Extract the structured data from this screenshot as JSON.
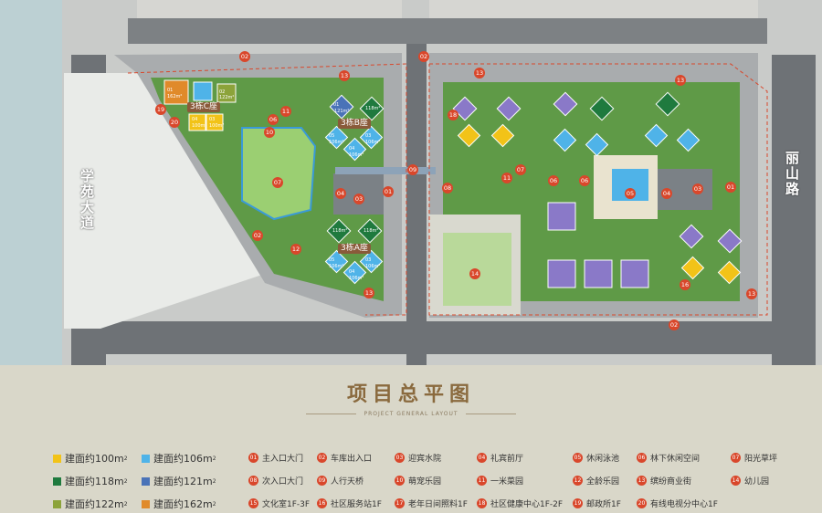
{
  "roads": {
    "left": "学苑大道",
    "right": "丽山路"
  },
  "blocks": {
    "c": "3栋C座",
    "b": "3栋B座",
    "a": "3栋A座"
  },
  "title": "项目总平图",
  "subtitle": "PROJECT GENERAL LAYOUT",
  "colors": {
    "yellow": "#f2c318",
    "light_blue": "#4fb3e8",
    "dark_green": "#1f7a3e",
    "steel_blue": "#4a73b8",
    "olive": "#8ca33a",
    "orange": "#e08a2a",
    "purple": "#8a79c8",
    "marker": "#d9472b"
  },
  "area_legend": [
    {
      "label": "建面约100m",
      "color": "#f2c318"
    },
    {
      "label": "建面约106m",
      "color": "#4fb3e8"
    },
    {
      "label": "建面约118m",
      "color": "#1f7a3e"
    },
    {
      "label": "建面约121m",
      "color": "#4a73b8"
    },
    {
      "label": "建面约122m",
      "color": "#8ca33a"
    },
    {
      "label": "建面约162m",
      "color": "#e08a2a"
    }
  ],
  "facilities": [
    {
      "num": "01",
      "label": "主入口大门"
    },
    {
      "num": "02",
      "label": "车库出入口"
    },
    {
      "num": "03",
      "label": "迎宾水院"
    },
    {
      "num": "04",
      "label": "礼宾前厅"
    },
    {
      "num": "05",
      "label": "休闲泳池"
    },
    {
      "num": "06",
      "label": "林下休闲空间"
    },
    {
      "num": "07",
      "label": "阳光草坪"
    },
    {
      "num": "08",
      "label": "次入口大门"
    },
    {
      "num": "09",
      "label": "人行天桥"
    },
    {
      "num": "10",
      "label": "萌宠乐园"
    },
    {
      "num": "11",
      "label": "一米菜园"
    },
    {
      "num": "12",
      "label": "全龄乐园"
    },
    {
      "num": "13",
      "label": "缤纷商业街"
    },
    {
      "num": "14",
      "label": "幼儿园"
    },
    {
      "num": "15",
      "label": "文化室1F-3F"
    },
    {
      "num": "16",
      "label": "社区服务站1F"
    },
    {
      "num": "17",
      "label": "老年日间照料1F"
    },
    {
      "num": "18",
      "label": "社区健康中心1F-2F"
    },
    {
      "num": "19",
      "label": "邮政所1F"
    },
    {
      "num": "20",
      "label": "有线电视分中心1F"
    }
  ],
  "map_markers": [
    "01",
    "02",
    "02",
    "03",
    "04",
    "06",
    "07",
    "10",
    "11",
    "12",
    "13",
    "13",
    "19",
    "20",
    "01",
    "02",
    "02",
    "03",
    "04",
    "05",
    "06",
    "06",
    "07",
    "08",
    "09",
    "11",
    "13",
    "13",
    "13",
    "14",
    "16",
    "18"
  ],
  "unit_labels": [
    "01",
    "162m²",
    "02",
    "122m²",
    "04",
    "100m²",
    "03",
    "100m²",
    "01",
    "121m²",
    "118m²",
    "05",
    "106m²",
    "04",
    "106m²",
    "03",
    "106m²",
    "118m²",
    "118m²",
    "05",
    "106m²",
    "04",
    "106m²",
    "03",
    "106m²"
  ]
}
